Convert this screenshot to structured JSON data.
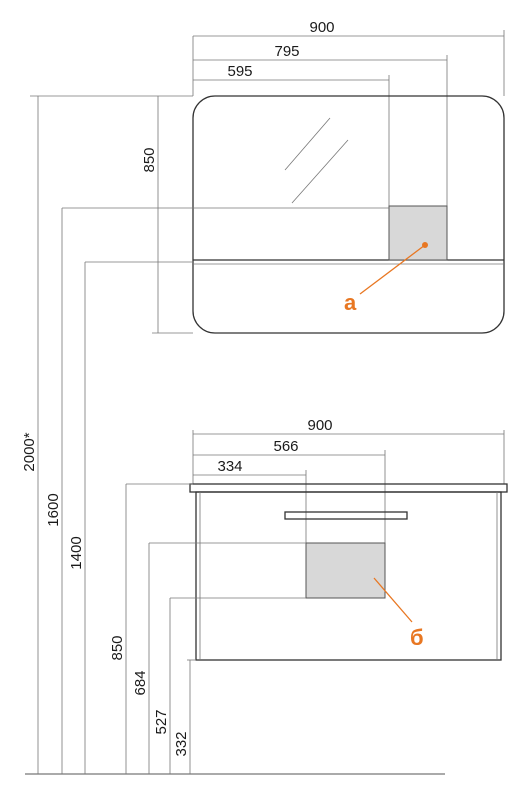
{
  "mirror": {
    "width_overall": "900",
    "width_mid": "795",
    "width_left": "595",
    "height": "850",
    "callout": "а"
  },
  "cabinet": {
    "width_overall": "900",
    "width_mid": "566",
    "width_left": "334",
    "callout": "б"
  },
  "elevations": {
    "total": "2000*",
    "h1600": "1600",
    "h1400": "1400",
    "h850": "850",
    "h684": "684",
    "h527": "527",
    "h332": "332"
  },
  "colors": {
    "callout": "#e87722",
    "fill_box": "#d8d8d8",
    "line": "#555555"
  }
}
